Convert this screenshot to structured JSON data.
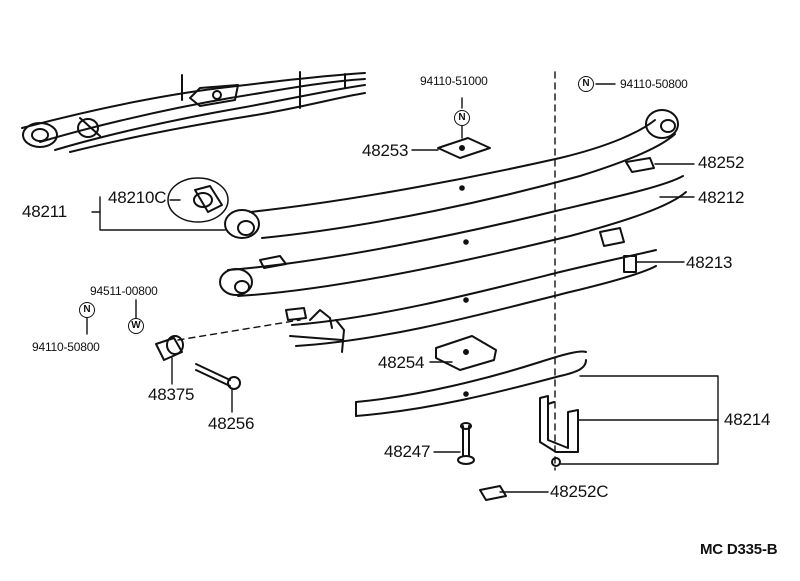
{
  "labels": {
    "p48211": "48211",
    "p48210c": "48210C",
    "p48253": "48253",
    "p48252": "48252",
    "p48212": "48212",
    "p48213": "48213",
    "p48254": "48254",
    "p48214": "48214",
    "p48375": "48375",
    "p48256": "48256",
    "p48247": "48247",
    "p48252c": "48252C",
    "p94110_51000": "94110-51000",
    "p94110_50800_top": "94110-50800",
    "p94511_00800": "94511-00800",
    "p94110_50800_left": "94110-50800",
    "code": "MC  D335-B"
  },
  "badges": {
    "n_top_center": "N",
    "n_top_right": "N",
    "n_left": "N",
    "w_left": "W"
  },
  "colors": {
    "ink": "#111111",
    "paper": "#ffffff"
  }
}
